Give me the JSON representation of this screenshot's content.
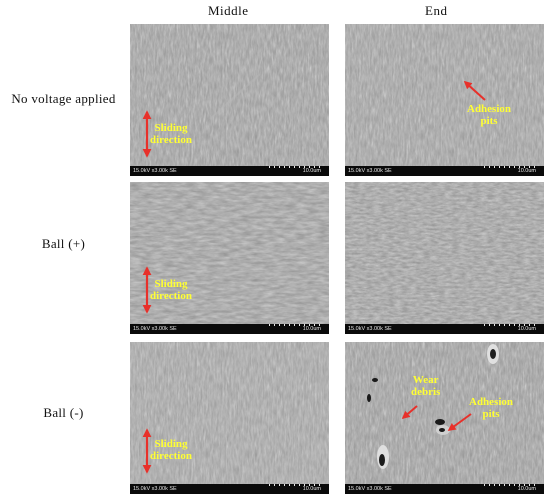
{
  "columns": [
    "Middle",
    "End"
  ],
  "rows": [
    "No voltage applied",
    "Ball (+)",
    "Ball (-)"
  ],
  "scalebar": {
    "left": "15.0kV x3.00k SE",
    "right": "10.0um"
  },
  "annotations": {
    "sliding_line1": "Sliding",
    "sliding_line2": "direction",
    "adhesion_line1": "Adhesion",
    "adhesion_line2": "pits",
    "wear_line1": "Wear",
    "wear_line2": "debris"
  },
  "colors": {
    "annotation_text": "#ffff33",
    "arrow": "#e8302a"
  }
}
